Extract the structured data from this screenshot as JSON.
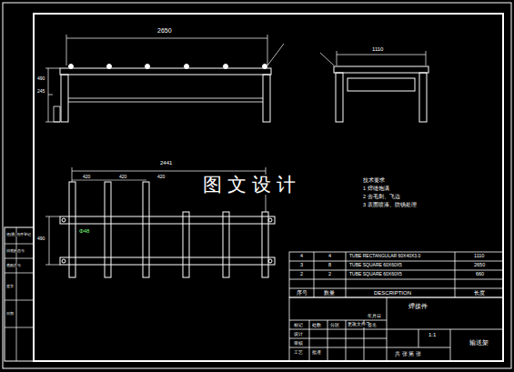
{
  "diagram": {
    "labels": [
      "2650",
      "490",
      "245",
      "1110",
      "2441",
      "420",
      "420",
      "420",
      "490",
      "Φ48",
      "图文设计",
      "技术要求",
      "1 焊缝饱满",
      "2 去毛刺、飞边",
      "3 表面喷漆、防锈处理",
      "4",
      "4",
      "TUBE RECTANGULAR 60X40X3.0",
      "1110",
      "3",
      "8",
      "TUBE SQUARE 60X60X5",
      "2650",
      "2",
      "2",
      "TUBE SQUARE 60X60X5",
      "660",
      "序号",
      "数量",
      "DESCRIPTION",
      "长度",
      "焊接件",
      "输送架",
      "标记",
      "处数",
      "分区",
      "更改文件号",
      "签名",
      "年月日",
      "设计",
      "审核",
      "工艺",
      "批准",
      "1:1",
      "共 张 第 张",
      "借(通)用件登记",
      "旧底图总号",
      "底图总号",
      "签字",
      "日期"
    ]
  }
}
